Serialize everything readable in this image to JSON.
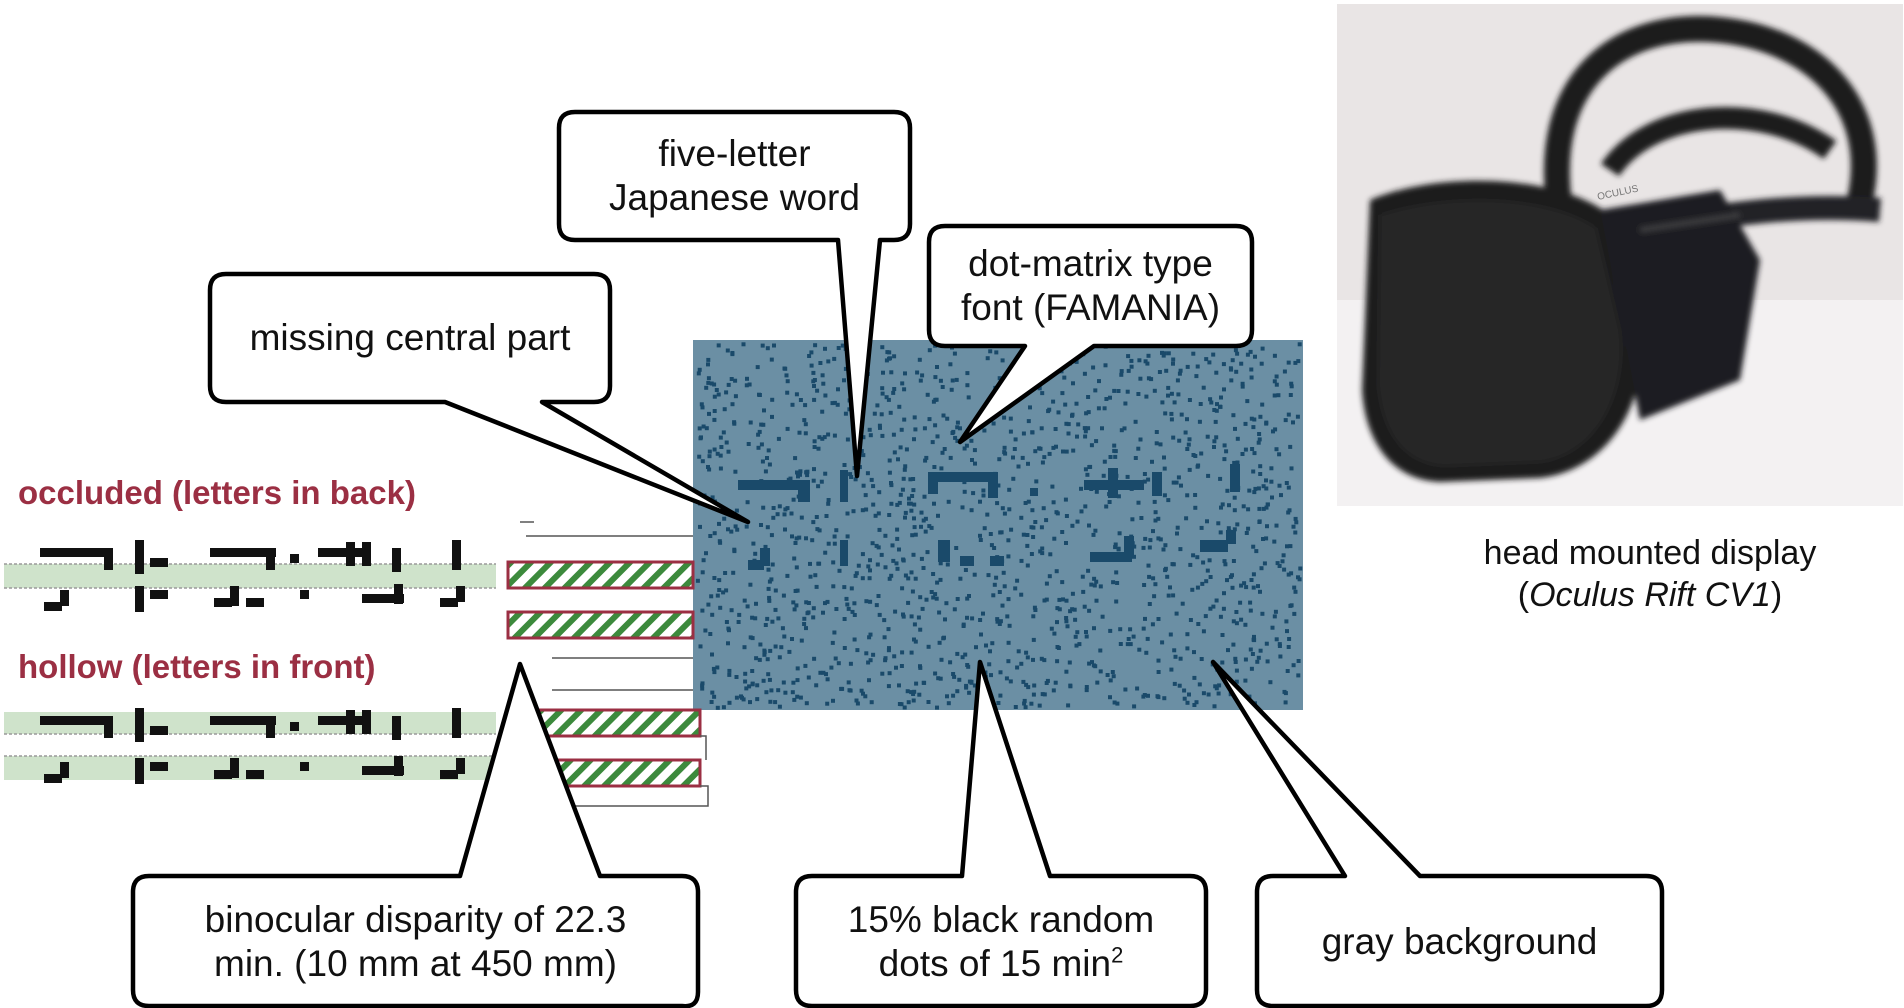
{
  "callouts": {
    "five_letter": [
      "five-letter",
      "Japanese word"
    ],
    "dot_matrix": [
      "dot-matrix type",
      "font (FAMANIA)"
    ],
    "missing_central": "missing central part",
    "binocular": [
      "binocular disparity of 22.3",
      "min. (10 mm at 450 mm)"
    ],
    "random_dots": {
      "line1": "15% black random",
      "line2_prefix": "dots of 15 min",
      "line2_sup": "2"
    },
    "gray_background": "gray background"
  },
  "conditions": {
    "occluded": "occluded (letters in back)",
    "hollow": "hollow (letters in front)"
  },
  "hmd": {
    "caption_line1": "head mounted display",
    "caption_open": "(",
    "caption_italic": "Oculus Rift CV1",
    "caption_close": ")",
    "device_label": "OCULUS"
  },
  "colors": {
    "stimulus_bg": "#6b8fa4",
    "dots": "#1a4a6a",
    "label_red": "#9b2f43",
    "band_green": "#cfe3cb",
    "hatch_green": "#3c8a3c",
    "hatch_border": "#9b2f43",
    "letters": "#111111"
  }
}
